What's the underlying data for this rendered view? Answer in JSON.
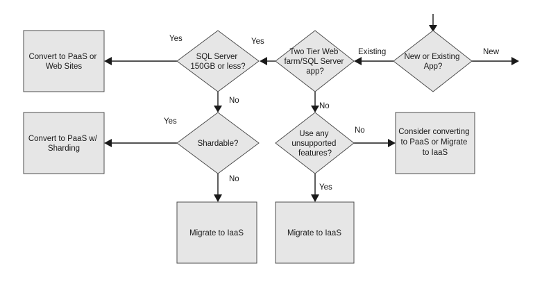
{
  "nodes": {
    "new_or_existing": [
      "New or Existing",
      "App?"
    ],
    "two_tier": [
      "Two Tier Web",
      "farm/SQL Server",
      "app?"
    ],
    "sql_server": [
      "SQL Server",
      "150GB or less?"
    ],
    "convert_paas_web": [
      "Convert to PaaS or",
      "Web Sites"
    ],
    "unsupported": [
      "Use any",
      "unsupported",
      "features?"
    ],
    "consider_converting": [
      "Consider converting",
      "to PaaS or Migrate",
      "to IaaS"
    ],
    "shardable": [
      "Shardable?"
    ],
    "convert_sharding": [
      "Convert to PaaS w/",
      "Sharding"
    ],
    "migrate_iaas_1": [
      "Migrate to IaaS"
    ],
    "migrate_iaas_2": [
      "Migrate to IaaS"
    ]
  },
  "edge_labels": {
    "existing": "Existing",
    "new": "New",
    "two_tier_yes": "Yes",
    "two_tier_no": "No",
    "sql_yes": "Yes",
    "sql_no": "No",
    "unsupported_no": "No",
    "unsupported_yes": "Yes",
    "shardable_yes": "Yes",
    "shardable_no": "No"
  }
}
